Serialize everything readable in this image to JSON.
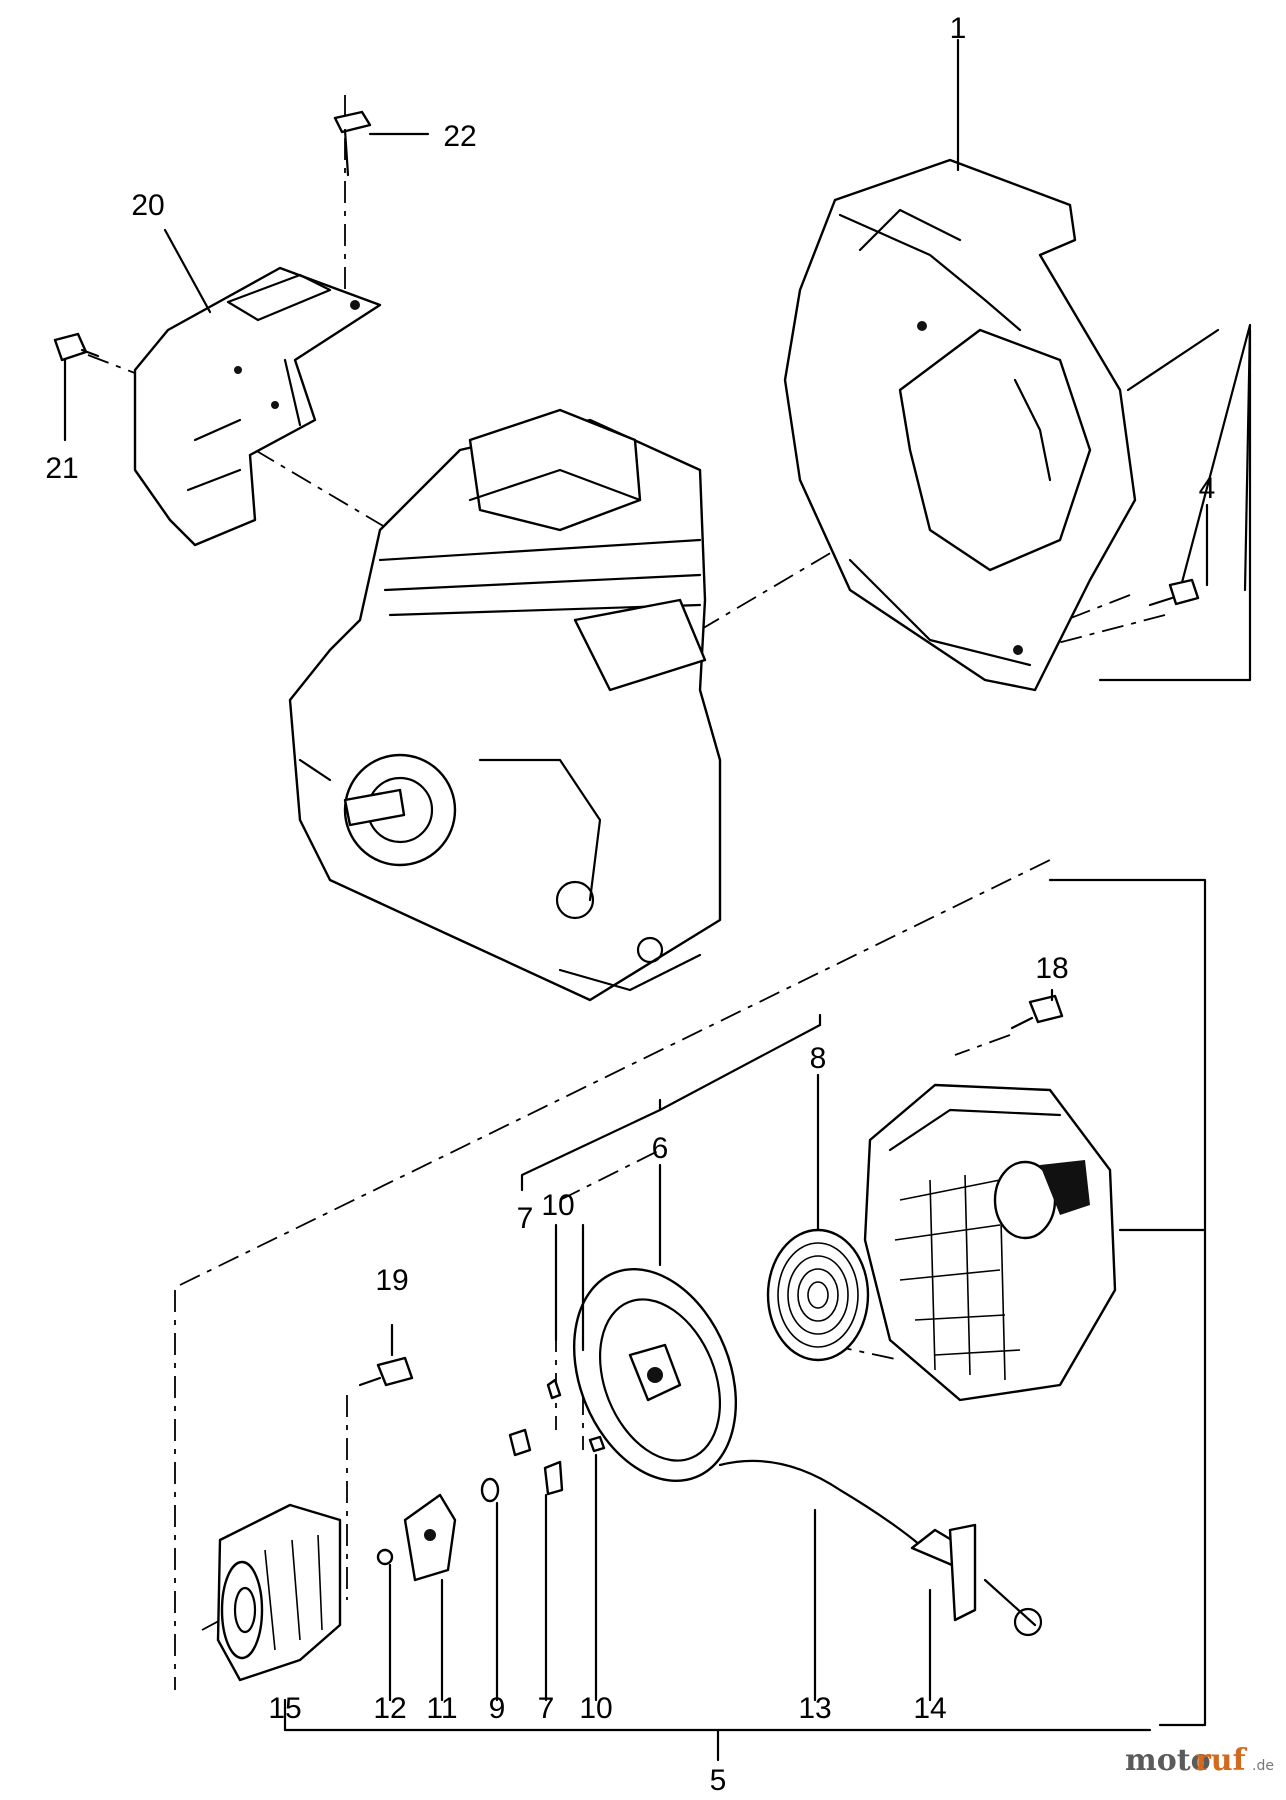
{
  "callouts": [
    "1",
    "4",
    "5",
    "6",
    "7",
    "7",
    "8",
    "9",
    "10",
    "10",
    "11",
    "12",
    "13",
    "14",
    "15",
    "18",
    "19",
    "20",
    "21",
    "22"
  ],
  "watermark": {
    "part1": "moto",
    "part2": "ruf",
    "suffix": ".de",
    "colors": {
      "main": "#5b5b5b",
      "accent": "#d2691e"
    }
  }
}
